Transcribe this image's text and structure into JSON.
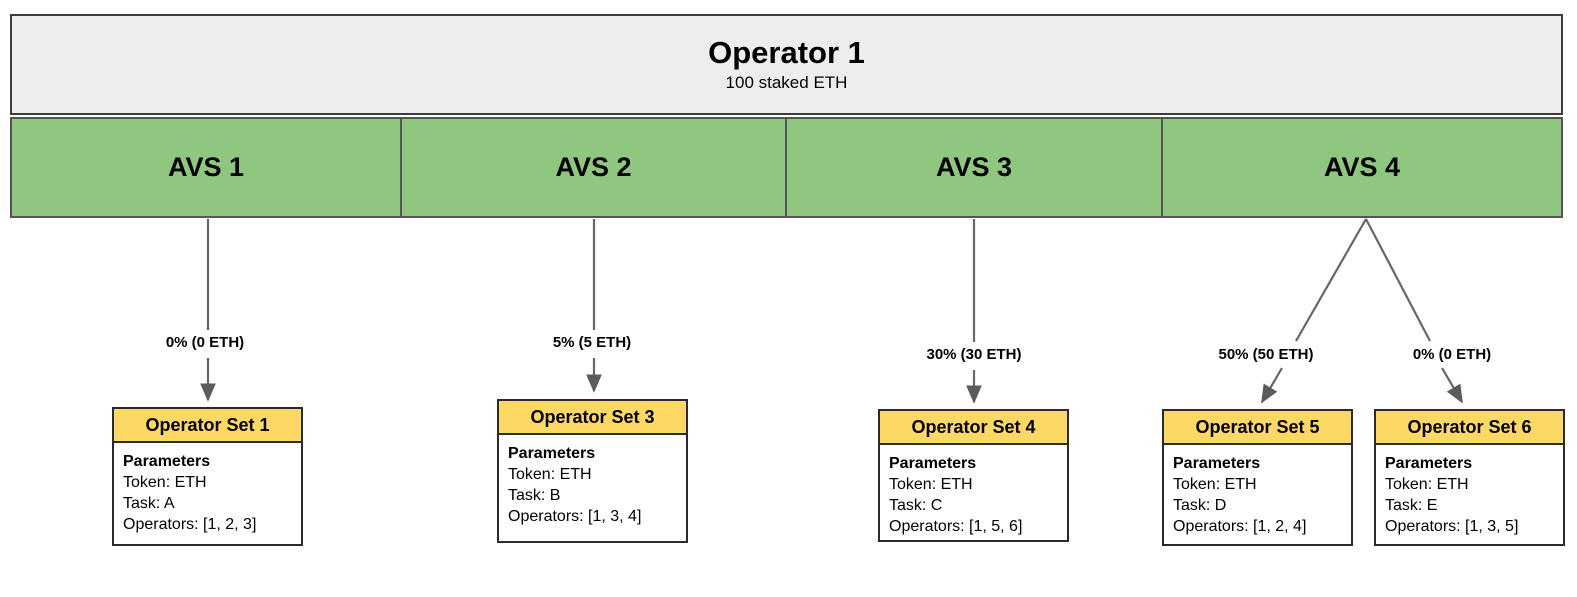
{
  "operator": {
    "title": "Operator 1",
    "subtitle": "100 staked ETH",
    "bg_color": "#ededed",
    "border_color": "#3c3c3c"
  },
  "avs_band": {
    "bg_color": "#8fc780",
    "border_color": "#555555",
    "items": [
      {
        "label": "AVS 1"
      },
      {
        "label": "AVS 2"
      },
      {
        "label": "AVS 3"
      },
      {
        "label": "AVS 4"
      }
    ]
  },
  "operator_sets": [
    {
      "title": "Operator Set 1",
      "params_heading": "Parameters",
      "token": "Token: ETH",
      "task": "Task: A",
      "operators": "Operators: [1, 2, 3]"
    },
    {
      "title": "Operator Set 3",
      "params_heading": "Parameters",
      "token": "Token: ETH",
      "task": "Task: B",
      "operators": "Operators: [1, 3, 4]"
    },
    {
      "title": "Operator Set 4",
      "params_heading": "Parameters",
      "token": "Token: ETH",
      "task": "Task: C",
      "operators": "Operators: [1, 5, 6]"
    },
    {
      "title": "Operator Set 5",
      "params_heading": "Parameters",
      "token": "Token: ETH",
      "task": "Task: D",
      "operators": "Operators: [1, 2, 4]"
    },
    {
      "title": "Operator Set 6",
      "params_heading": "Parameters",
      "token": "Token: ETH",
      "task": "Task: E",
      "operators": "Operators: [1, 3, 5]"
    }
  ],
  "edges": [
    {
      "label": "0% (0 ETH)",
      "from": "AVS 1",
      "to": "Operator Set 1"
    },
    {
      "label": "5% (5 ETH)",
      "from": "AVS 2",
      "to": "Operator Set 3"
    },
    {
      "label": "30% (30 ETH)",
      "from": "AVS 3",
      "to": "Operator Set 4"
    },
    {
      "label": "50% (50 ETH)",
      "from": "AVS 4",
      "to": "Operator Set 5"
    },
    {
      "label": "0% (0 ETH)",
      "from": "AVS 4",
      "to": "Operator Set 6"
    }
  ],
  "colors": {
    "header_gray": "#ededed",
    "avs_green": "#8fc780",
    "set_header_yellow": "#fdd864",
    "edge_gray": "#666666",
    "outline": "#2b2b2b"
  }
}
